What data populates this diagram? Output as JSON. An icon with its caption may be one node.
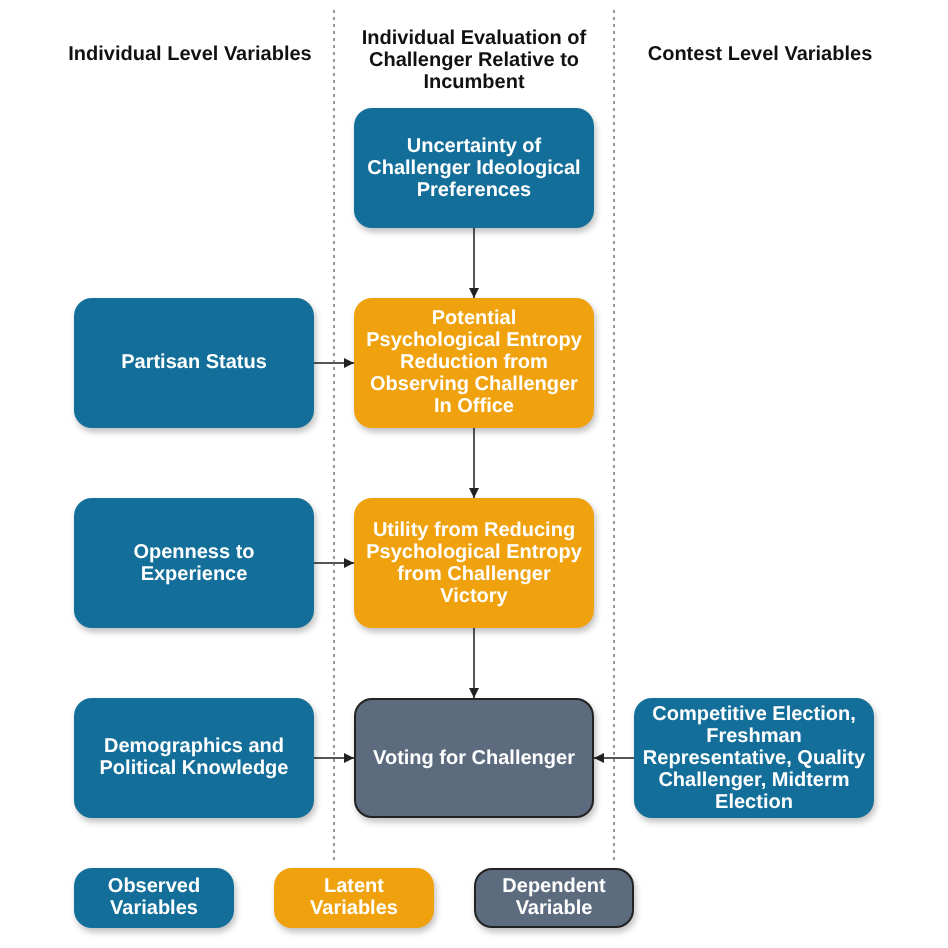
{
  "diagram": {
    "nodes": [
      {
        "text": [
          "Uncertainty of Challenger Ideological Preferences"
        ]
      },
      {
        "text": [
          "Partisan Status"
        ]
      },
      {
        "text": [
          "Potential Psychological Entropy Reduction from Observing Challenger In Office"
        ]
      },
      {
        "text": [
          "Openness to Experience"
        ]
      },
      {
        "text": [
          "Utility from Reducing Psychological Entropy from Challenger Victory"
        ]
      },
      {
        "text": [
          "Demographics and Political Knowledge"
        ]
      },
      {
        "text": [
          "Voting for Challenger"
        ]
      },
      {
        "text": [
          "Competitive Election, Freshman Representative, Quality Challenger, Midterm Election"
        ]
      }
    ],
    "edges": [
      {
        "from": 0,
        "to": 2,
        "arrow": "to"
      },
      {
        "from": 1,
        "to": 2,
        "arrow": "to"
      },
      {
        "from": 2,
        "to": 4,
        "arrow": "to"
      },
      {
        "from": 3,
        "to": 4,
        "arrow": "to"
      },
      {
        "from": 4,
        "to": 6,
        "arrow": "to"
      },
      {
        "from": 5,
        "to": 6,
        "arrow": "to"
      },
      {
        "from": 7,
        "to": 6,
        "arrow": "to"
      }
    ],
    "labels": [
      "Individual Level Variables",
      "Individual Evaluation of Challenger Relative to Incumbent",
      "Contest Level Variables"
    ],
    "legend": [
      {
        "text": "Observed Variables",
        "color": "#136f9a"
      },
      {
        "text": "Latent Variables",
        "color": "#f0a20e"
      },
      {
        "text": "Dependent Variable",
        "color": "#5c6b7e"
      }
    ]
  }
}
